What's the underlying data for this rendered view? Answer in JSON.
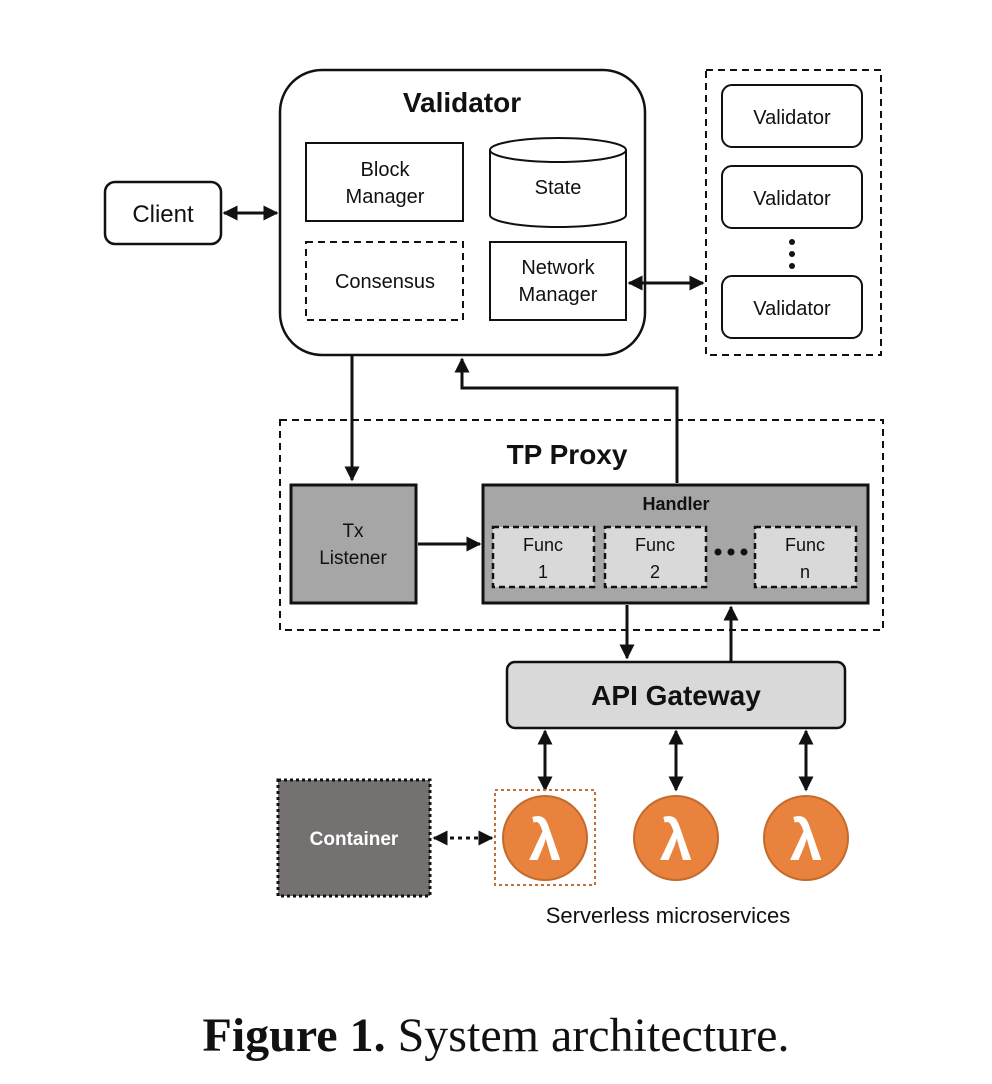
{
  "diagram": {
    "validator": {
      "title": "Validator",
      "block_manager": [
        "Block",
        "Manager"
      ],
      "state": "State",
      "consensus": "Consensus",
      "network_manager": [
        "Network",
        "Manager"
      ]
    },
    "client": "Client",
    "peers": [
      "Validator",
      "Validator",
      "Validator"
    ],
    "tp_proxy": {
      "title": "TP Proxy",
      "tx_listener": [
        "Tx",
        "Listener"
      ],
      "handler": "Handler",
      "funcs": [
        [
          "Func",
          "1"
        ],
        [
          "Func",
          "2"
        ],
        [
          "Func",
          "n"
        ]
      ]
    },
    "api_gateway": "API Gateway",
    "container": "Container",
    "lambda_symbol": "λ",
    "serverless_label": "Serverless microservices"
  },
  "caption": {
    "label": "Figure 1.",
    "text": "System architecture."
  },
  "colors": {
    "stroke": "#111111",
    "proxy_box_fill": "#a6a6a6",
    "func_fill": "#d9d9d9",
    "gateway_fill": "#d9d9d9",
    "container_fill": "#767171",
    "lambda_fill": "#e8823c",
    "lambda_border": "#c0703a"
  }
}
